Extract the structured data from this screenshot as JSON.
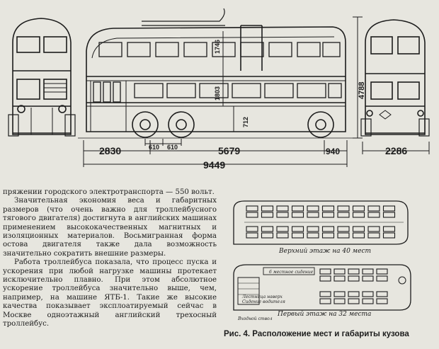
{
  "drawing": {
    "dimensions": {
      "roof_to_upper_floor": "1746",
      "lower_deck_height": "1803",
      "floor_height": "712",
      "total_height": "4788",
      "front_overhang": "2830",
      "axle_spacing_a": "610",
      "axle_spacing_b": "610",
      "wheelbase": "5679",
      "rear_overhang": "940",
      "total_length": "9449",
      "width": "2286"
    }
  },
  "text": {
    "paragraphs": [
      "пряжении городского электротранспорта — 550 вольт.",
      "Значительная экономия веса и габаритных размеров (что очень важно для троллейбусного тягового двигателя) достигнута в английских машинах применением высококачественных магнитных и изоляционных материалов. Восьмигранная форма остова двигателя также дала возможность значительно сократить внешние размеры.",
      "Работа троллейбуса показала, что процесс пуска и ускорения при любой нагрузке машины протекает исключительно плавно. При этом абсолютное ускорение троллейбуса значительно выше, чем, например, на машине ЯТБ-1. Такие же высокие качества показывает эксплоатируемый сейчас в Москве одноэтажный английский трехосный троллейбус."
    ]
  },
  "plans": {
    "upper_label": "Верхний этаж на 40 мест",
    "lower_label": "Первый этаж на 32 места",
    "seat_note": "6 местное сидение",
    "entry_label": "Входной ствол",
    "driver_label": "Сидение водителя",
    "stairs_label": "Лестница наверх"
  },
  "caption": "Рис. 4. Расположение мест и габариты кузова"
}
